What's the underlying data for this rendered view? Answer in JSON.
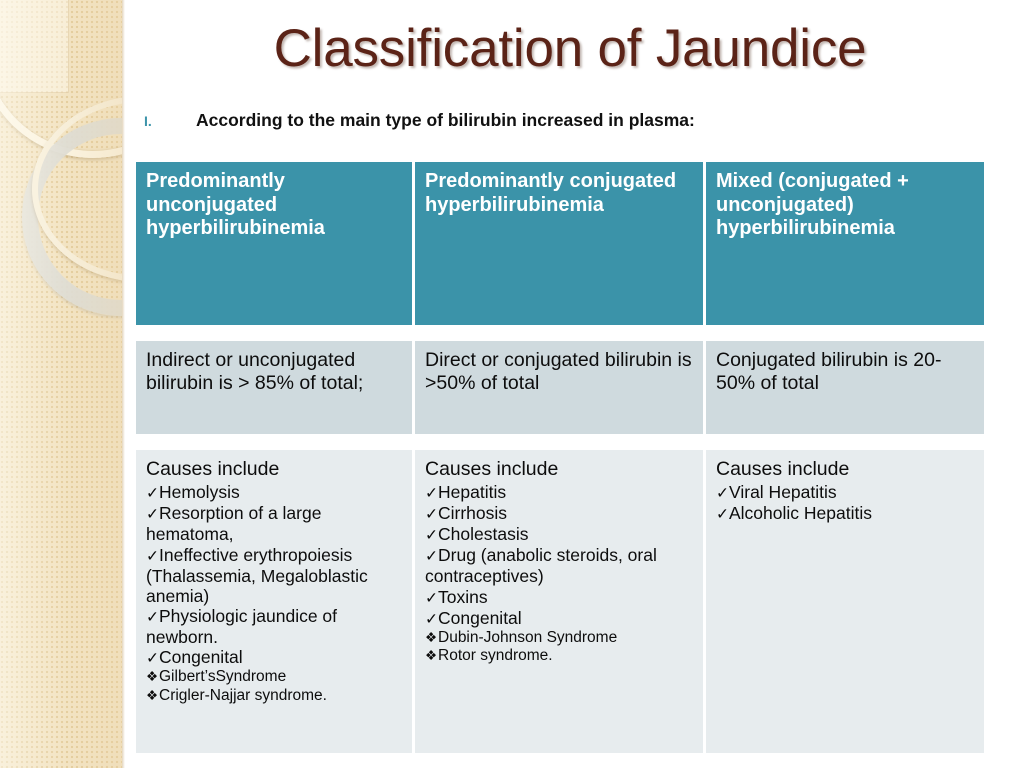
{
  "slide": {
    "title": "Classification of Jaundice",
    "title_color": "#5b2317",
    "accent_color": "#3b93a9",
    "subheading": {
      "numeral": "I.",
      "text": "According to the main type of bilirubin increased in plasma:"
    }
  },
  "table": {
    "headers": [
      "Predominantly unconjugated hyperbilirubinemia",
      "Predominantly conjugated hyperbilirubinemia",
      "Mixed (conjugated + unconjugated) hyperbilirubinemia"
    ],
    "header_bg": "#3b93a9",
    "row2_bg": "#cfdade",
    "row3_bg": "#e7ecee",
    "definition_row": [
      "Indirect or unconjugated bilirubin is > 85% of total;",
      "Direct or conjugated bilirubin is >50% of total",
      "Conjugated bilirubin is 20-50% of total"
    ],
    "causes_row": [
      {
        "title": "Causes include",
        "items": [
          {
            "bullet": "check",
            "text": "Hemolysis"
          },
          {
            "bullet": "check",
            "text": "Resorption of a large hematoma,"
          },
          {
            "bullet": "check",
            "text": "Ineffective erythropoiesis (Thalassemia,  Megaloblastic anemia)"
          },
          {
            "bullet": "check",
            "text": "Physiologic jaundice of newborn."
          },
          {
            "bullet": "check",
            "text": "Congenital"
          },
          {
            "bullet": "diamond",
            "text": "Gilbert’sSyndrome"
          },
          {
            "bullet": "diamond",
            "text": "Crigler-Najjar syndrome."
          }
        ]
      },
      {
        "title": "Causes include",
        "items": [
          {
            "bullet": "check",
            "text": "Hepatitis"
          },
          {
            "bullet": "check",
            "text": "Cirrhosis"
          },
          {
            "bullet": "check",
            "text": "Cholestasis"
          },
          {
            "bullet": "check",
            "text": "Drug (anabolic steroids, oral contraceptives)"
          },
          {
            "bullet": "check",
            "text": "Toxins"
          },
          {
            "bullet": "check",
            "text": "Congenital"
          },
          {
            "bullet": "diamond",
            "text": "Dubin-Johnson Syndrome"
          },
          {
            "bullet": "diamond",
            "text": "Rotor syndrome."
          }
        ]
      },
      {
        "title": "Causes include",
        "items": [
          {
            "bullet": "check",
            "text": "Viral Hepatitis"
          },
          {
            "bullet": "check",
            "text": "Alcoholic Hepatitis"
          }
        ]
      }
    ]
  }
}
